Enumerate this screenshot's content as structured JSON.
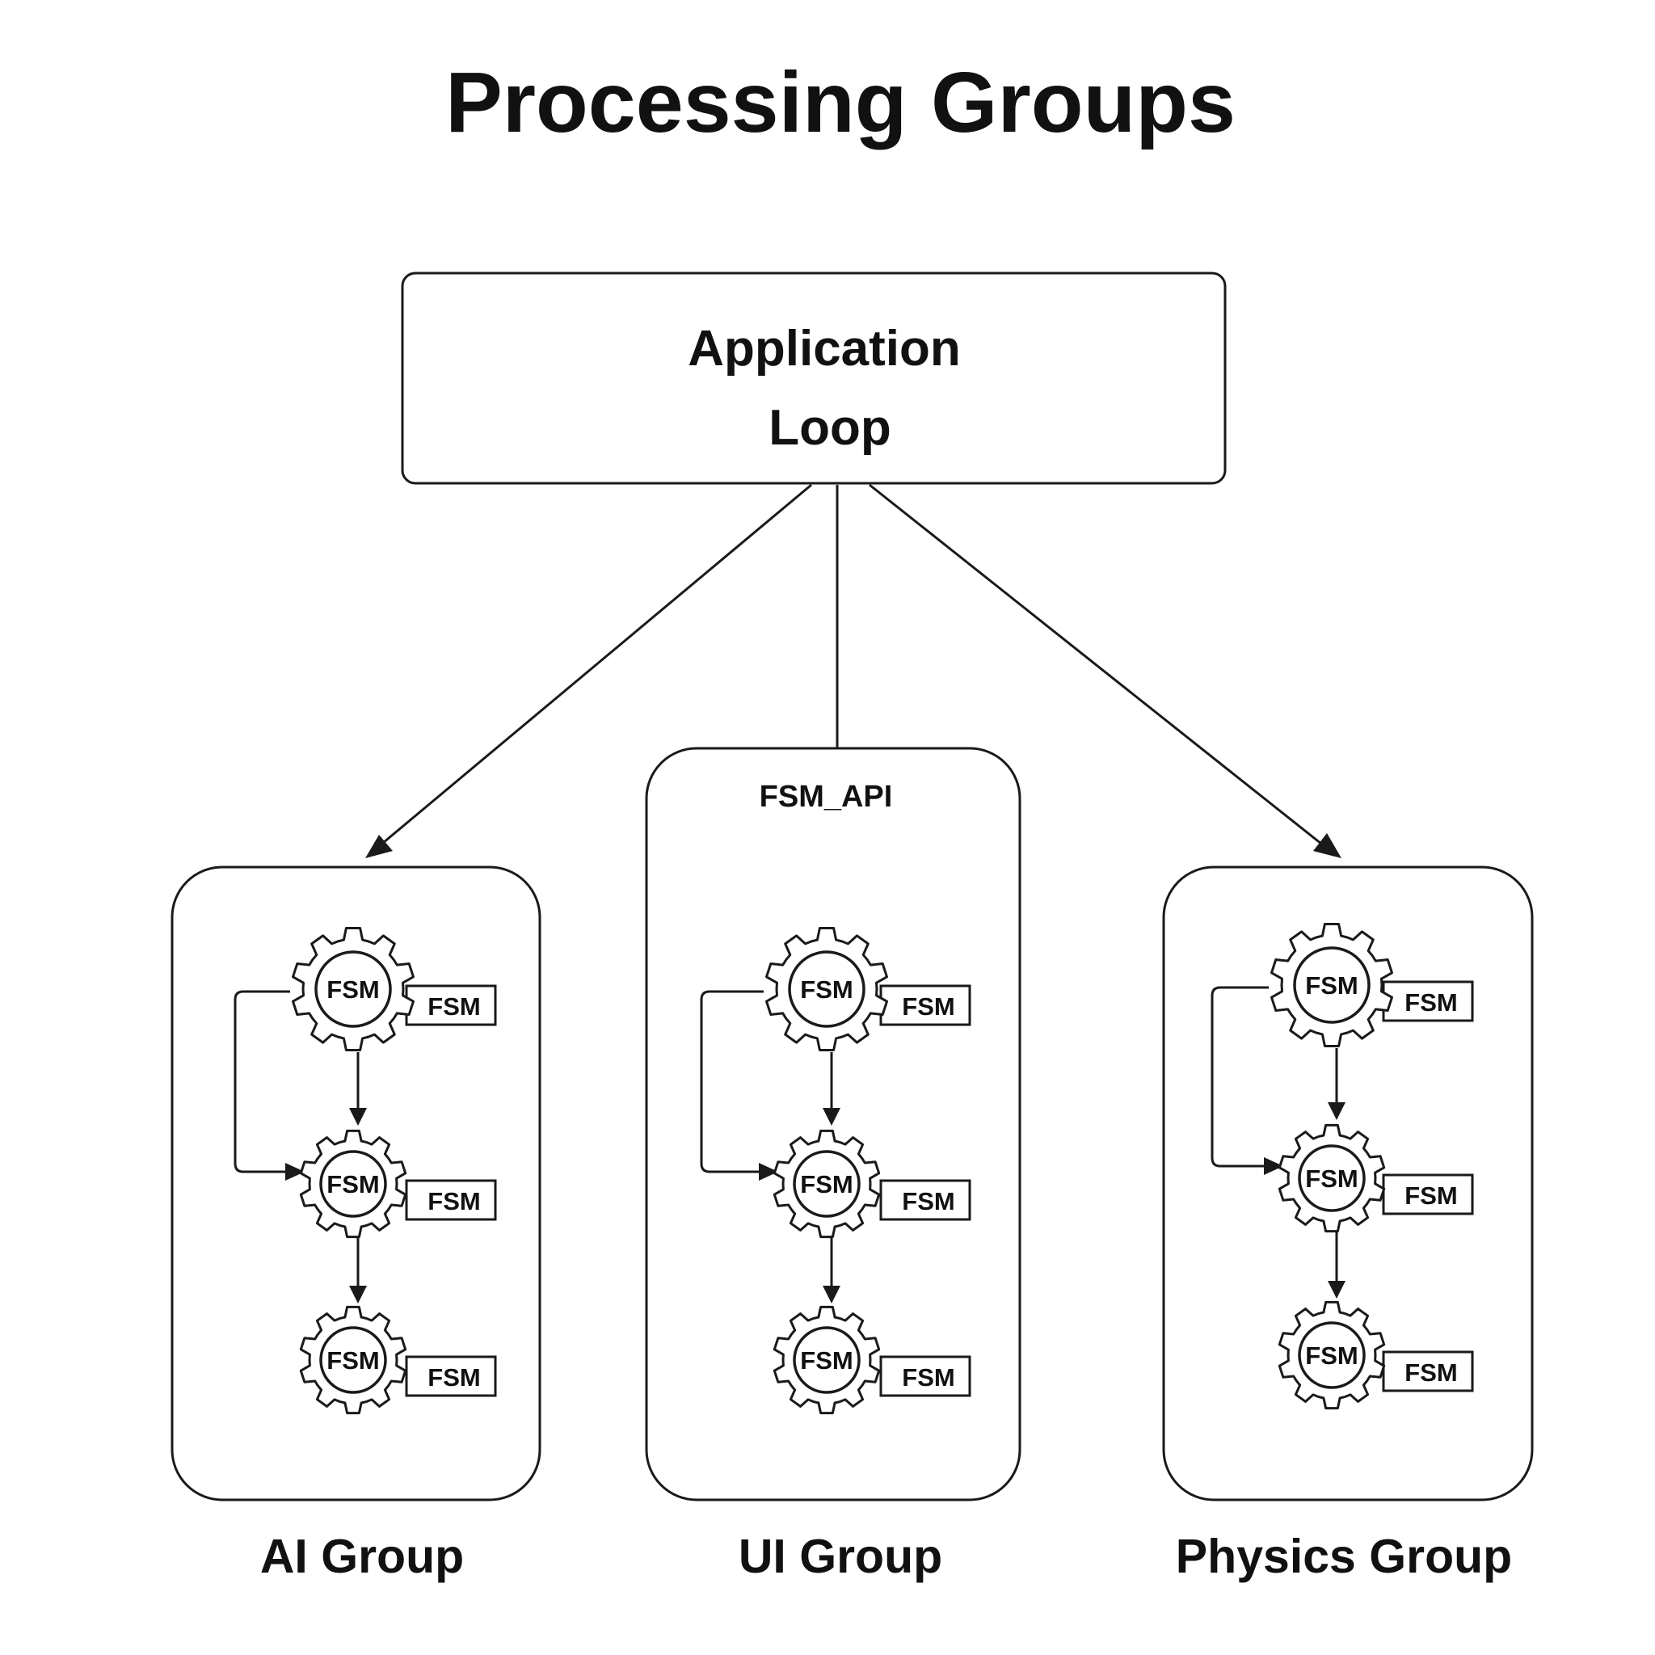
{
  "title": "Processing Groups",
  "root": {
    "line1": "Application",
    "line2": "Loop"
  },
  "groups": [
    {
      "id": "ai",
      "name": "AI Group",
      "api_label": "",
      "gears": [
        {
          "gear_label": "FSM",
          "tag_label": "FSM"
        },
        {
          "gear_label": "FSM",
          "tag_label": "FSM"
        },
        {
          "gear_label": "FSM",
          "tag_label": "FSM"
        }
      ]
    },
    {
      "id": "ui",
      "name": "UI Group",
      "api_label": "FSM_API",
      "gears": [
        {
          "gear_label": "FSM",
          "tag_label": "FSM"
        },
        {
          "gear_label": "FSM",
          "tag_label": "FSM"
        },
        {
          "gear_label": "FSM",
          "tag_label": "FSM"
        }
      ]
    },
    {
      "id": "physics",
      "name": "Physics Group",
      "api_label": "",
      "gears": [
        {
          "gear_label": "FSM",
          "tag_label": "FSM"
        },
        {
          "gear_label": "FSM",
          "tag_label": "FSM"
        },
        {
          "gear_label": "FSM",
          "tag_label": "FSM"
        }
      ]
    }
  ],
  "icons": [
    "gear-icon",
    "arrow-icon"
  ],
  "colors": {
    "stroke": "#1a1a1a",
    "text": "#111111",
    "background": "#ffffff"
  }
}
